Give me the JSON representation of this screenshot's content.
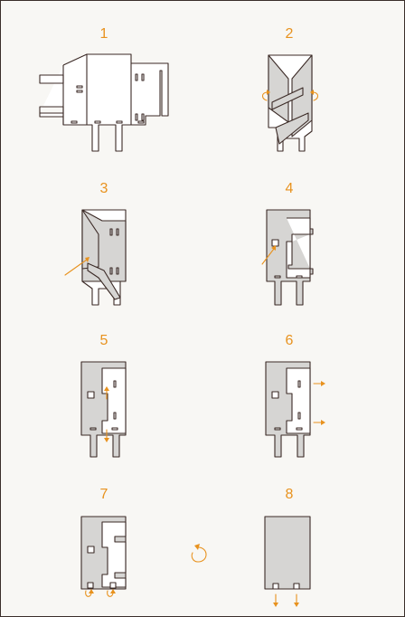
{
  "steps": [
    {
      "number": "1"
    },
    {
      "number": "2"
    },
    {
      "number": "3"
    },
    {
      "number": "4"
    },
    {
      "number": "5"
    },
    {
      "number": "6"
    },
    {
      "number": "7"
    },
    {
      "number": "8"
    }
  ],
  "colors": {
    "accent": "#e8921e",
    "outline": "#3b2a26",
    "panel_shade": "#d6d5d3",
    "panel_light": "#ffffff",
    "background": "#f8f7f4"
  }
}
